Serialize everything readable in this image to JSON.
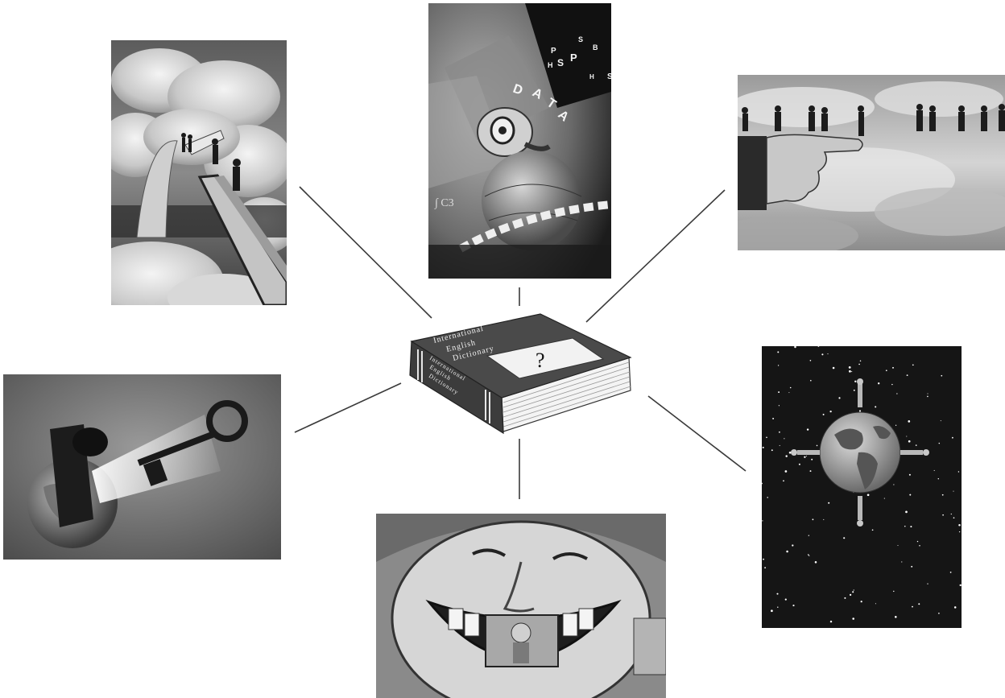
{
  "book": {
    "cover_title_line1": "International",
    "cover_title_line2": "English",
    "cover_title_line3": "Dictionary",
    "spine_line1": "International",
    "spine_line2": "English",
    "spine_line3": "Dictionary",
    "cover_symbol": "?"
  },
  "panels": {
    "data_art": {
      "word": [
        "D",
        "A",
        "T",
        "A"
      ],
      "scatter_letters": [
        "P",
        "H",
        "S",
        "P",
        "S",
        "H",
        "S",
        "B"
      ]
    }
  },
  "colors": {
    "background": "#ffffff",
    "connector": "#3a3a3a",
    "book_cover": "#4a4a4a",
    "book_pages": "#f4f4f4"
  }
}
